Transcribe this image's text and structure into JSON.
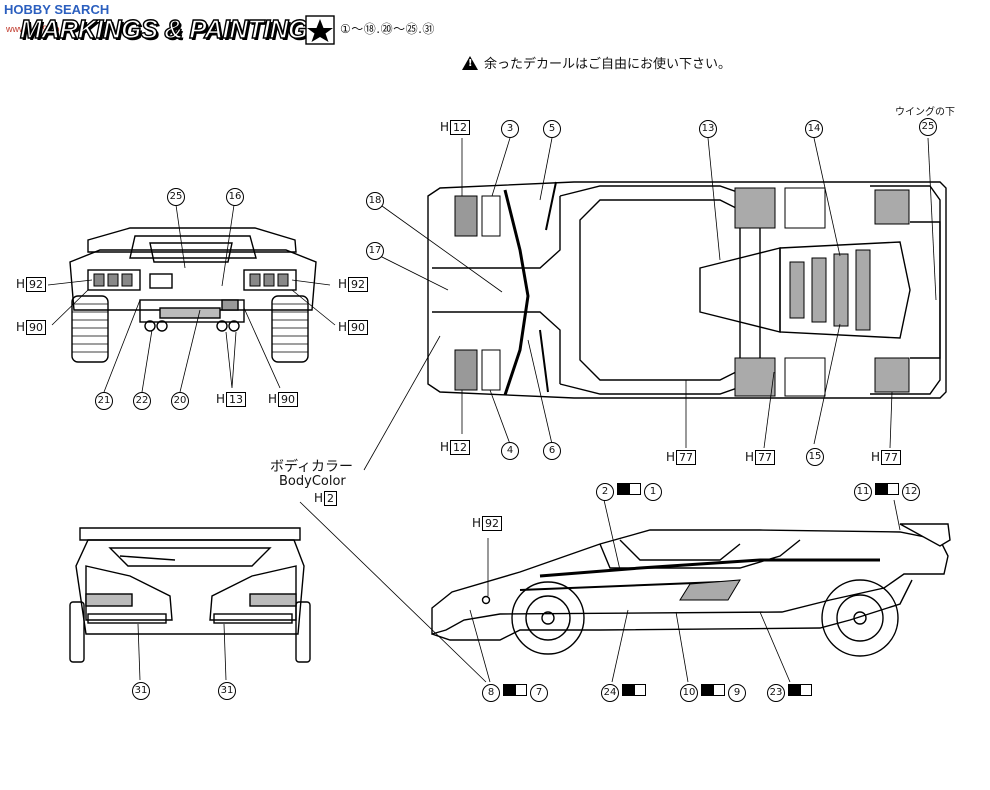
{
  "header": {
    "watermark": "HOBBY SEARCH",
    "watermark_sub": "www.1999.co.jp",
    "title": "MARKINGS & PAINTING",
    "range": "①〜⑱.⑳〜㉕.㉛",
    "note": "余ったデカールはご自由にお使い下さい。"
  },
  "body_color": {
    "ja": "ボディカラー",
    "en": "BodyColor",
    "code": "2"
  },
  "wing_note": "ウイングの下",
  "rear_view": {
    "decals": [
      "25",
      "16",
      "21",
      "22",
      "20",
      "90"
    ],
    "paints": [
      "92",
      "92",
      "90",
      "90",
      "13"
    ]
  },
  "top_view": {
    "top_labels": [
      "12",
      "3",
      "5",
      "13",
      "14",
      "25"
    ],
    "side_labels": [
      "18",
      "17"
    ],
    "bottom_labels": [
      "12",
      "4",
      "6",
      "77",
      "77",
      "15",
      "77"
    ]
  },
  "front_view": {
    "decals": [
      "31",
      "31"
    ]
  },
  "side_view": {
    "h_label": "92",
    "top_decals": [
      [
        "2",
        "1"
      ],
      [
        "11",
        "12"
      ]
    ],
    "bottom_decals": [
      [
        "8",
        "7"
      ],
      [
        "24",
        ""
      ],
      [
        "10",
        "9"
      ],
      [
        "23",
        ""
      ]
    ]
  },
  "letters": {
    "h": "H"
  }
}
